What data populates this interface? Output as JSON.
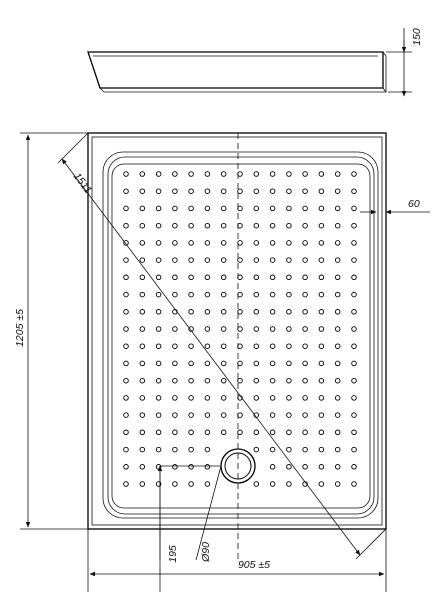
{
  "drawing": {
    "type": "technical-drawing",
    "subject": "rectangular shower tray",
    "dimensions": {
      "height": "150",
      "side_margin": "60",
      "diagonal": "1511",
      "length": "1205 ±5",
      "width": "905 ±5",
      "drain_offset": "195",
      "drain_diameter": "Ø90"
    },
    "dot_grid": {
      "columns": 15,
      "rows": 19
    },
    "colors": {
      "stroke": "#000000",
      "background": "#ffffff"
    }
  }
}
